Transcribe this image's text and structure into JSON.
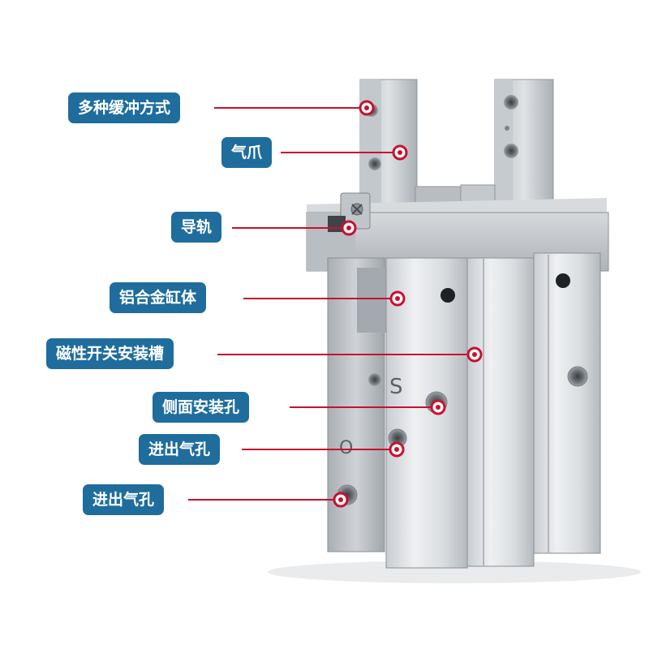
{
  "callouts": [
    {
      "id": "buffer",
      "text": "多种缓冲方式"
    },
    {
      "id": "claw",
      "text": "气爪"
    },
    {
      "id": "rail",
      "text": "导轨"
    },
    {
      "id": "body",
      "text": "铝合金缸体"
    },
    {
      "id": "slot",
      "text": "磁性开关安装槽"
    },
    {
      "id": "side-mount",
      "text": "侧面安装孔"
    },
    {
      "id": "port-1",
      "text": "进出气孔"
    },
    {
      "id": "port-2",
      "text": "进出气孔"
    }
  ],
  "body_markings": {
    "s": "S",
    "o": "O"
  },
  "colors": {
    "label_bg": "#1f6d9c",
    "label_text": "#ffffff",
    "leader": "#c8102e",
    "metal_light": "#e4e7ea",
    "metal_dark": "#9ea4aa"
  }
}
